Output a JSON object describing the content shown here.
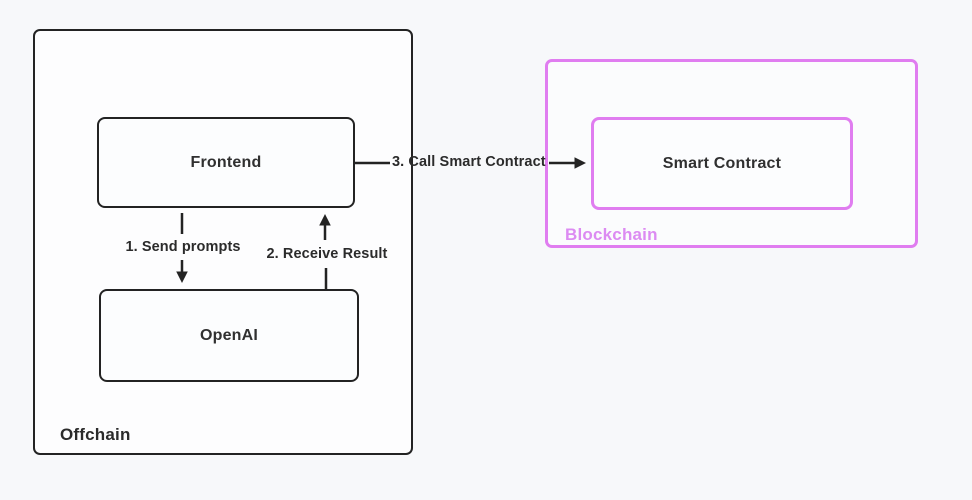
{
  "diagram": {
    "groups": {
      "offchain": {
        "label": "Offchain"
      },
      "blockchain": {
        "label": "Blockchain"
      }
    },
    "nodes": {
      "frontend": {
        "label": "Frontend"
      },
      "openai": {
        "label": "OpenAI"
      },
      "smart_contract": {
        "label": "Smart Contract"
      }
    },
    "edges": {
      "send_prompts": {
        "label": "1. Send prompts",
        "from": "frontend",
        "to": "openai"
      },
      "receive_result": {
        "label": "2. Receive Result",
        "from": "openai",
        "to": "frontend"
      },
      "call_smart_contract": {
        "label": "3. Call Smart Contract",
        "from": "frontend",
        "to": "smart_contract"
      }
    },
    "colors": {
      "background": "#f7f8fa",
      "dark_stroke": "#232323",
      "pink_stroke": "#e07df0",
      "pink_label": "#dc8bf2",
      "box_fill": "#fdfdfe"
    }
  }
}
